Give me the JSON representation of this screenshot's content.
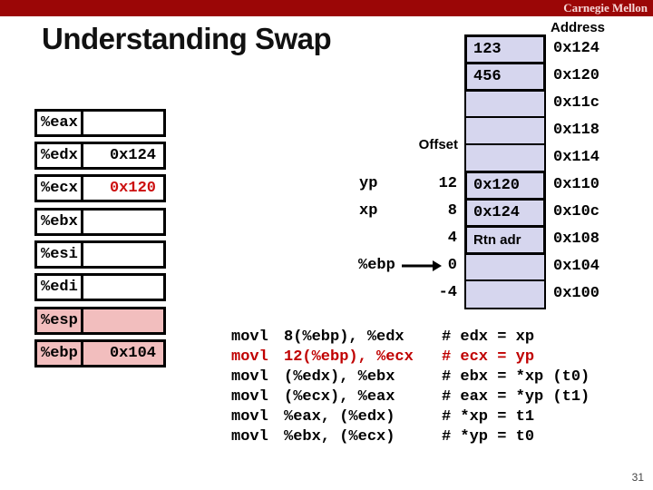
{
  "header": {
    "brand": "Carnegie Mellon",
    "title": "Understanding Swap",
    "page_number": "31"
  },
  "colors": {
    "brand_bar": "#9B0606",
    "highlight_red": "#CC0F0F",
    "memory_fill": "#D6D6EE",
    "register_highlight_fill": "#F2BEBE"
  },
  "memory": {
    "address_header": "Address",
    "cells": [
      {
        "value": "123",
        "address": "0x124",
        "filled": true
      },
      {
        "value": "456",
        "address": "0x120",
        "filled": true
      },
      {
        "value": "",
        "address": "0x11c",
        "filled": false
      },
      {
        "value": "",
        "address": "0x118",
        "filled": false
      },
      {
        "value": "",
        "address": "0x114",
        "filled": false
      },
      {
        "value": "0x120",
        "address": "0x110",
        "filled": true
      },
      {
        "value": "0x124",
        "address": "0x10c",
        "filled": true
      },
      {
        "value": "Rtn adr",
        "address": "0x108",
        "filled": true
      },
      {
        "value": "",
        "address": "0x104",
        "filled": false
      },
      {
        "value": "",
        "address": "0x100",
        "filled": false
      }
    ]
  },
  "registers": {
    "rows": [
      {
        "name": "%eax",
        "value": ""
      },
      {
        "name": "%edx",
        "value": "0x124"
      },
      {
        "name": "%ecx",
        "value": "0x120"
      },
      {
        "name": "%ebx",
        "value": ""
      },
      {
        "name": "%esi",
        "value": ""
      },
      {
        "name": "%edi",
        "value": ""
      },
      {
        "name": "%esp",
        "value": ""
      },
      {
        "name": "%ebp",
        "value": "0x104"
      }
    ]
  },
  "offsets": {
    "title": "Offset",
    "rows": [
      {
        "label": "yp",
        "value": "12"
      },
      {
        "label": "xp",
        "value": "8"
      },
      {
        "label": "",
        "value": "4"
      },
      {
        "label": "%ebp",
        "value": "0"
      },
      {
        "label": "",
        "value": "-4"
      }
    ]
  },
  "code": {
    "lines": [
      {
        "instr": "movl",
        "operands": "8(%ebp), %edx",
        "comment": "# edx = xp",
        "highlight": false
      },
      {
        "instr": "movl",
        "operands": "12(%ebp), %ecx",
        "comment": "# ecx = yp",
        "highlight": true
      },
      {
        "instr": "movl",
        "operands": "(%edx), %ebx",
        "comment": "# ebx = *xp (t0)",
        "highlight": false
      },
      {
        "instr": "movl",
        "operands": "(%ecx), %eax",
        "comment": "# eax = *yp (t1)",
        "highlight": false
      },
      {
        "instr": "movl",
        "operands": "%eax, (%edx)",
        "comment": "# *xp = t1",
        "highlight": false
      },
      {
        "instr": "movl",
        "operands": "%ebx, (%ecx)",
        "comment": "# *yp = t0",
        "highlight": false
      }
    ]
  }
}
